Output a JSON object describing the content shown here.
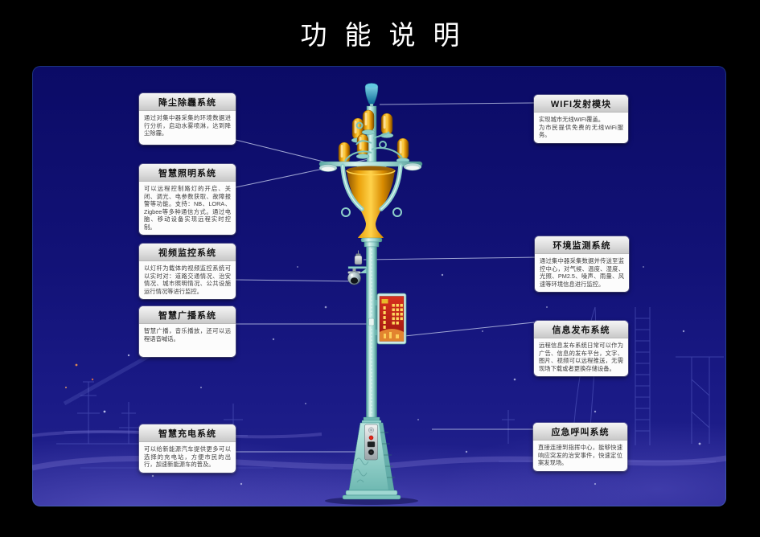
{
  "page": {
    "title": "功能说明"
  },
  "callouts": {
    "left": [
      {
        "id": "dust-haze-removal",
        "title": "降尘除霾系统",
        "body": "通过对集中器采集的环境数据进行分析，启动水雾喷淋，达到降尘除霾。"
      },
      {
        "id": "smart-lighting",
        "title": "智慧照明系统",
        "body": "可以远程控制路灯的开启、关闭、调光、电参数获取、故障报警等功能。支持：NB、LORA、Zigbee等多种通信方式。通过电脑、移动设备实现远程实时控制。"
      },
      {
        "id": "video-surveillance",
        "title": "视频监控系统",
        "body": "以灯杆为载体的视频监控系统可以实时对：道路交通情况、治安情况、城市照明情况、公共设施运行情况等进行监控。"
      },
      {
        "id": "smart-broadcast",
        "title": "智慧广播系统",
        "body": "智慧广播，音乐播放，还可以远程语音喊话。"
      },
      {
        "id": "smart-charging",
        "title": "智慧充电系统",
        "body": "可以给新能源汽车提供更多可以选择的充电站，方便市民的出行，加速新能源车的普及。"
      }
    ],
    "right": [
      {
        "id": "wifi-module",
        "title": "WIFI发射模块",
        "body": "实现城市无线WIFI覆盖。\n为市民提供免费的无线WiFi服务。"
      },
      {
        "id": "environment-monitoring",
        "title": "环境监测系统",
        "body": "通过集中器采集数据并传送至监控中心，对气候、温度、湿度、光照、PM2.5、噪声、雨量、风速等环境信息进行监控。"
      },
      {
        "id": "information-display",
        "title": "信息发布系统",
        "body": "远程信息发布系统日常可以作为广告、信息的发布平台，文字、图片、视频可以远程推送，无需现场下载或者更换存储设备。"
      },
      {
        "id": "emergency-call",
        "title": "应急呼叫系统",
        "body": "直接连接到指挥中心，能够快速响应突发的治安事件，快速定位案发现场。"
      }
    ]
  },
  "colors": {
    "page_background": "#000000",
    "title_text": "#ffffff",
    "panel_blue": "#14147e",
    "connector_line": "#ccd4f2",
    "callout_header_gray": "#d9d9d9",
    "lamp_teal": "#8fd0ca",
    "lamp_gold": "#f0a70a",
    "antenna_blue": "#2ab0c8",
    "screen_red": "#c1271a",
    "screen_text_gold": "#ffd75e",
    "skyline_purple": "#6b74d8"
  }
}
